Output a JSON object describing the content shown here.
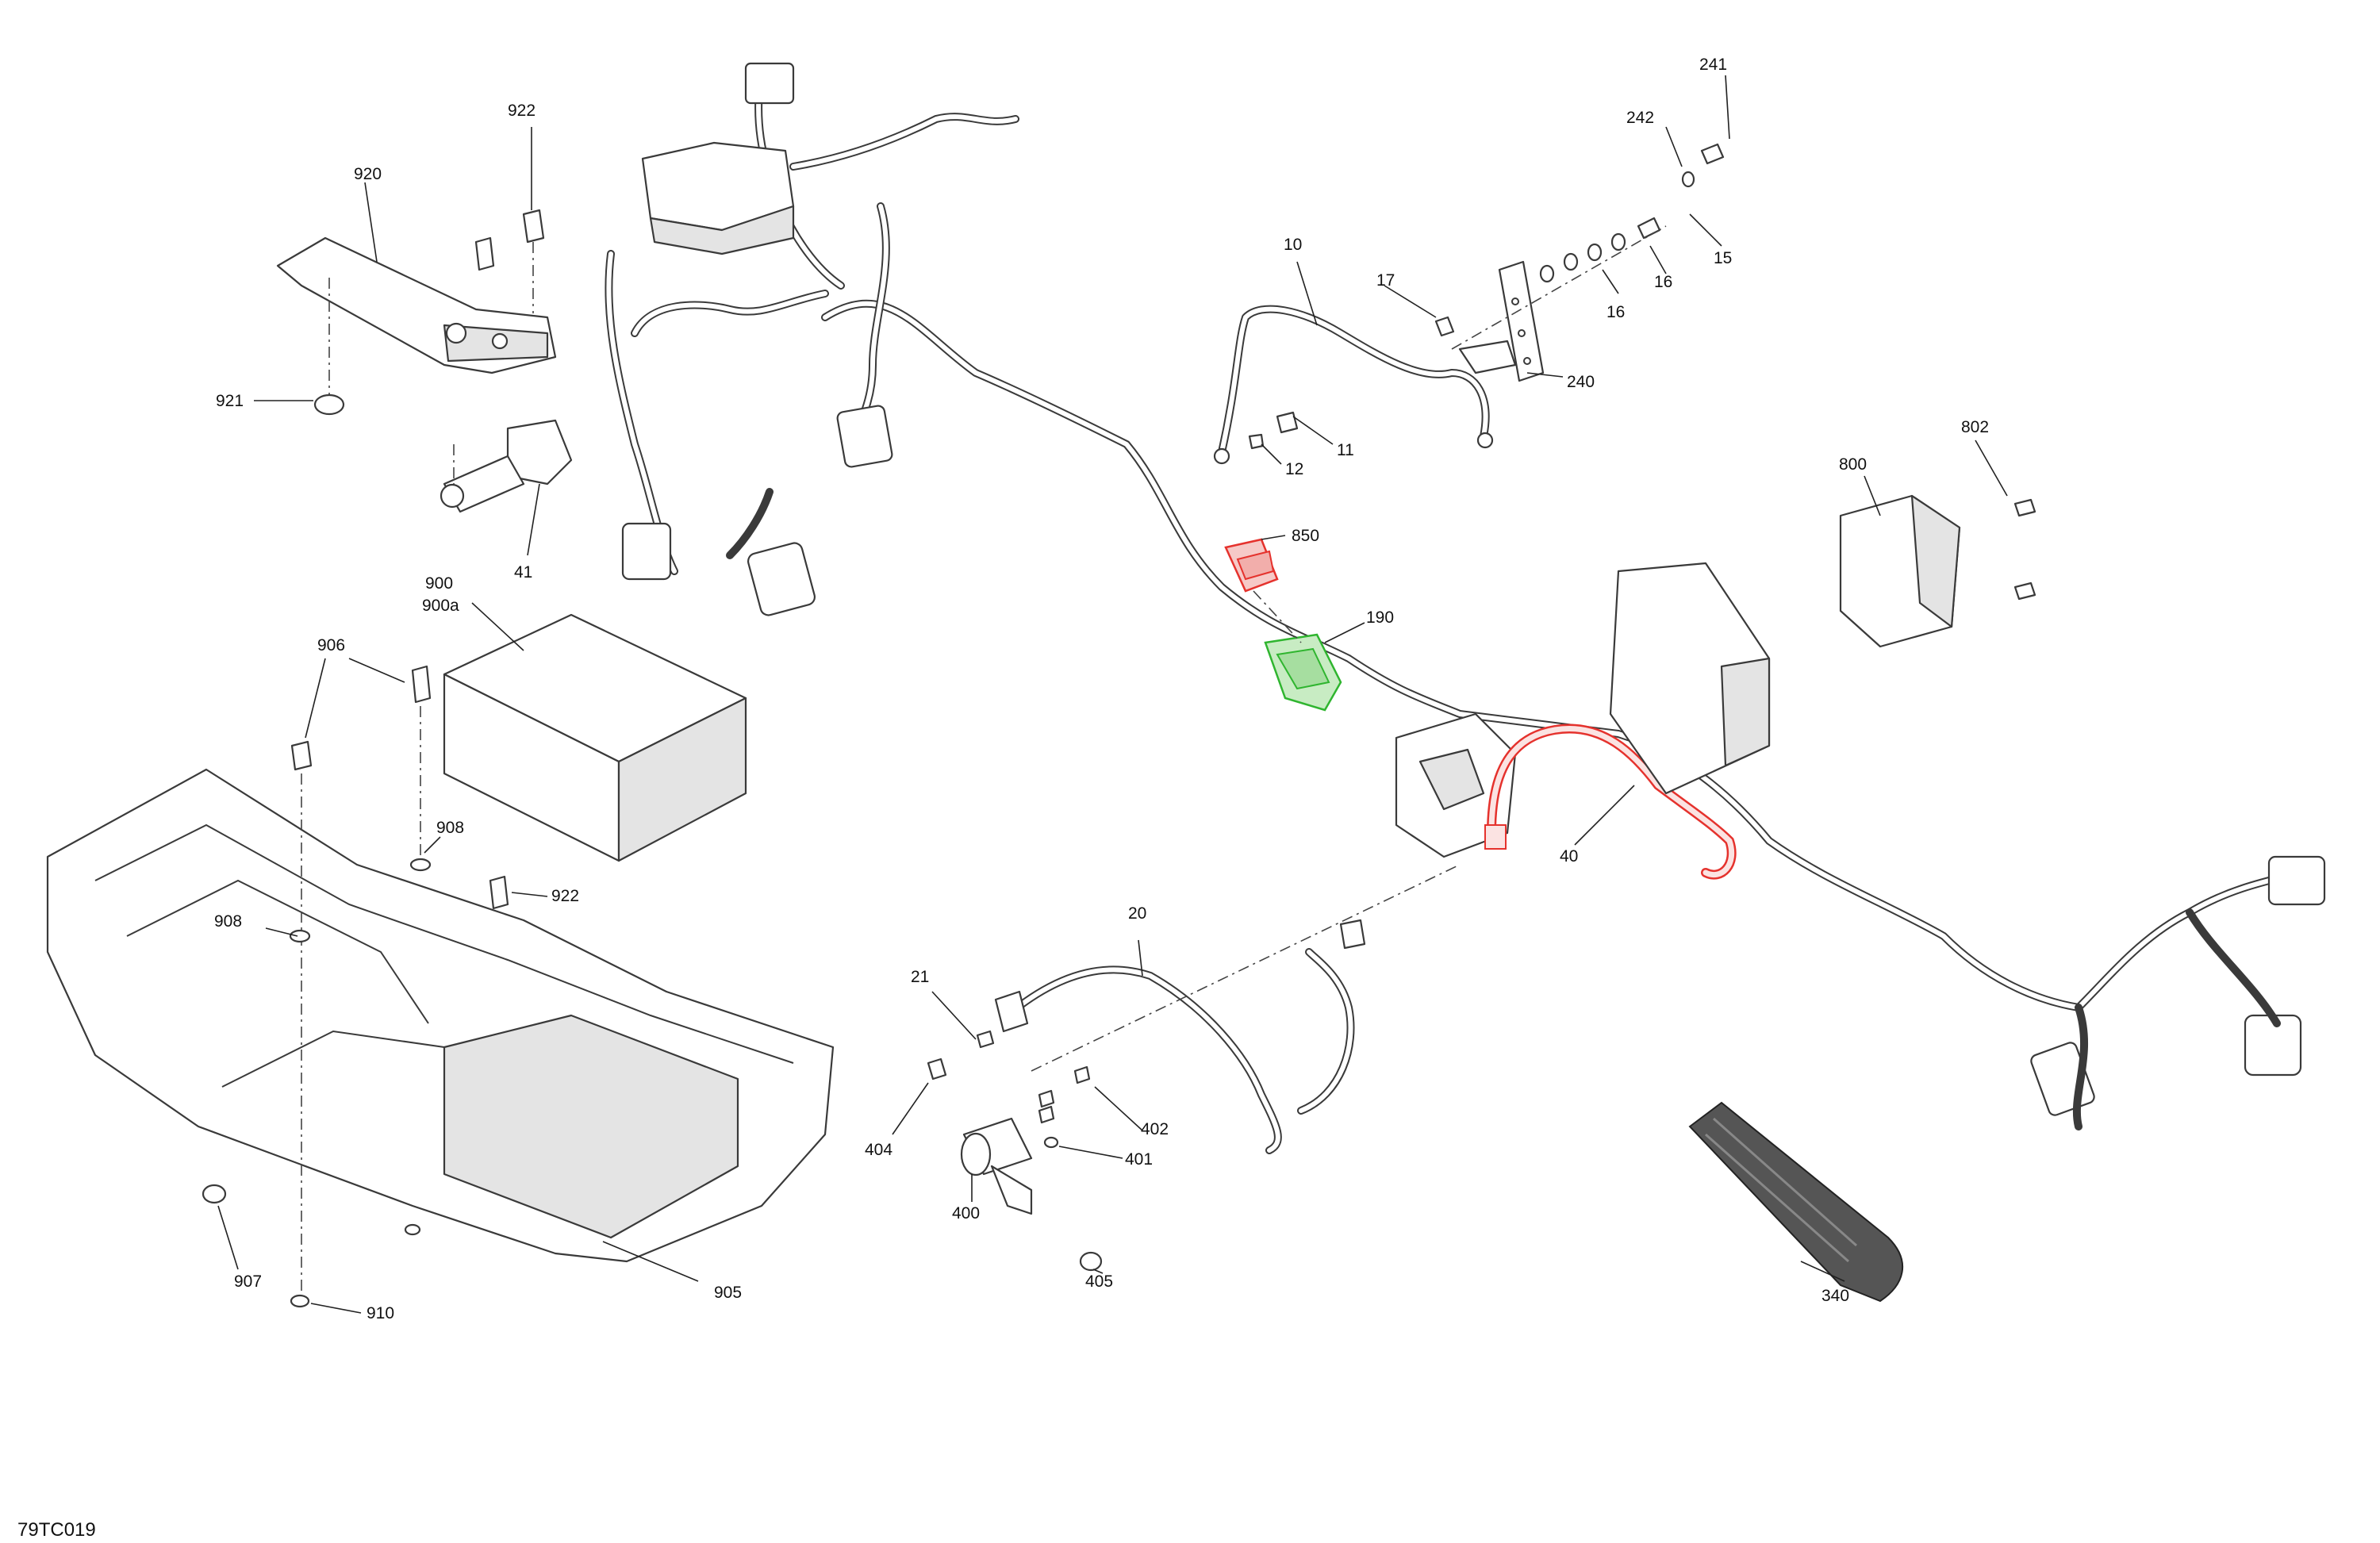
{
  "diagram": {
    "reference_code": "79TC019",
    "highlight_colors": {
      "red": "#e5322d",
      "green": "#2fb52f"
    },
    "callouts": [
      {
        "id": "c241",
        "text": "241"
      },
      {
        "id": "c242",
        "text": "242"
      },
      {
        "id": "c15",
        "text": "15"
      },
      {
        "id": "c16a",
        "text": "16"
      },
      {
        "id": "c16b",
        "text": "16"
      },
      {
        "id": "c17",
        "text": "17"
      },
      {
        "id": "c10",
        "text": "10"
      },
      {
        "id": "c240",
        "text": "240"
      },
      {
        "id": "c11",
        "text": "11"
      },
      {
        "id": "c12",
        "text": "12"
      },
      {
        "id": "c802",
        "text": "802"
      },
      {
        "id": "c800",
        "text": "800"
      },
      {
        "id": "c850",
        "text": "850"
      },
      {
        "id": "c190",
        "text": "190"
      },
      {
        "id": "c40",
        "text": "40"
      },
      {
        "id": "c920",
        "text": "920"
      },
      {
        "id": "c922a",
        "text": "922"
      },
      {
        "id": "c921",
        "text": "921"
      },
      {
        "id": "c41",
        "text": "41"
      },
      {
        "id": "c900",
        "text": "900"
      },
      {
        "id": "c900a",
        "text": "900a"
      },
      {
        "id": "c906",
        "text": "906"
      },
      {
        "id": "c908a",
        "text": "908"
      },
      {
        "id": "c922b",
        "text": "922"
      },
      {
        "id": "c908b",
        "text": "908"
      },
      {
        "id": "c907",
        "text": "907"
      },
      {
        "id": "c910",
        "text": "910"
      },
      {
        "id": "c905",
        "text": "905"
      },
      {
        "id": "c20",
        "text": "20"
      },
      {
        "id": "c21",
        "text": "21"
      },
      {
        "id": "c404",
        "text": "404"
      },
      {
        "id": "c402",
        "text": "402"
      },
      {
        "id": "c401",
        "text": "401"
      },
      {
        "id": "c400",
        "text": "400"
      },
      {
        "id": "c405",
        "text": "405"
      },
      {
        "id": "c340",
        "text": "340"
      }
    ]
  }
}
